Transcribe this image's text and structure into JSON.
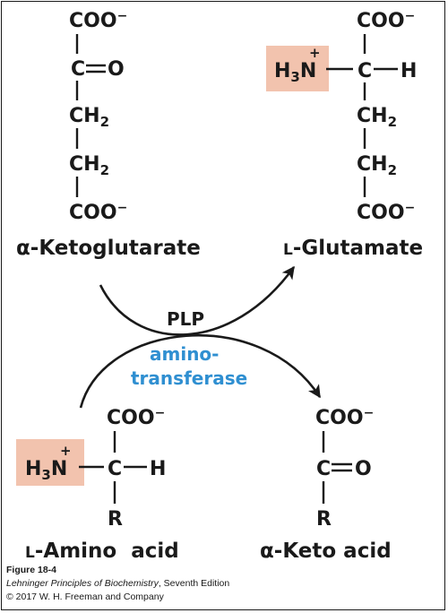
{
  "reaction": {
    "top_left": {
      "name": "α-Ketoglutarate",
      "top_group": "COO",
      "top_charge": "−",
      "carbonyl_c": "C",
      "carbonyl_o": "O",
      "ch": "CH",
      "sub2": "2",
      "bottom_group": "COO",
      "bottom_charge": "−"
    },
    "top_right": {
      "name_prefix": "L",
      "name": "-Glutamate",
      "top_group": "COO",
      "top_charge": "−",
      "amine": "H",
      "amine_sub": "3",
      "amine_n": "N",
      "amine_charge": "+",
      "center_c": "C",
      "h": "H",
      "ch": "CH",
      "sub2": "2",
      "bottom_group": "COO",
      "bottom_charge": "−"
    },
    "bottom_left": {
      "name_prefix": "L",
      "name": "-Amino  acid",
      "top_group": "COO",
      "top_charge": "−",
      "amine": "H",
      "amine_sub": "3",
      "amine_n": "N",
      "amine_charge": "+",
      "center_c": "C",
      "h": "H",
      "r": "R"
    },
    "bottom_right": {
      "name": "α-Keto acid",
      "top_group": "COO",
      "top_charge": "−",
      "carbonyl_c": "C",
      "carbonyl_o": "O",
      "r": "R"
    },
    "cofactor": "PLP",
    "enzyme_line1": "amino-",
    "enzyme_line2": "transferase"
  },
  "caption": {
    "figure": "Figure 18-4",
    "book_title": "Lehninger Principles of Biochemistry",
    "book_edition": ", Seventh Edition",
    "copyright": "© 2017 W. H. Freeman and Company"
  },
  "colors": {
    "ammonium_highlight": "#f2c3ae",
    "enzyme_text": "#2f8fd1",
    "ink": "#1a1a1a"
  }
}
